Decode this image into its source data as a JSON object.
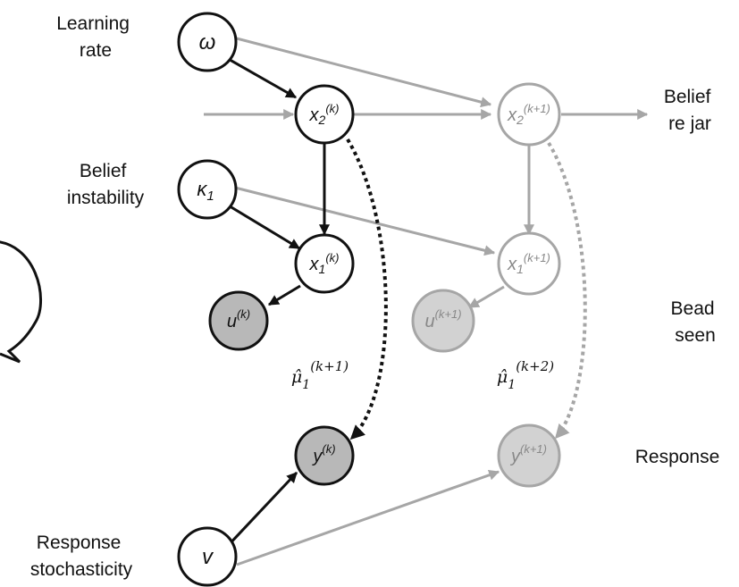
{
  "colors": {
    "black": "#111111",
    "gray": "#a6a6a6",
    "observed_dark": "#b8b8b8",
    "observed_light": "#d2d2d2"
  },
  "labels": {
    "learning_rate": [
      "Learning",
      "rate"
    ],
    "belief_instability": [
      "Belief",
      "instability"
    ],
    "response_stochasticity": [
      "Response",
      "stochasticity"
    ],
    "belief_re_jar": [
      "Belief",
      "re jar"
    ],
    "bead_seen": [
      "Bead",
      "seen"
    ],
    "response": [
      "Response"
    ]
  },
  "nodes": {
    "omega": {
      "base": "ω",
      "sub": "",
      "sup": ""
    },
    "kappa": {
      "base": "κ",
      "sub": "1",
      "sup": ""
    },
    "nu": {
      "base": "v",
      "sub": "",
      "sup": ""
    },
    "x2_k": {
      "base": "x",
      "sub": "2",
      "sup": "(k)"
    },
    "x1_k": {
      "base": "x",
      "sub": "1",
      "sup": "(k)"
    },
    "u_k": {
      "base": "u",
      "sub": "",
      "sup": "(k)"
    },
    "y_k": {
      "base": "y",
      "sub": "",
      "sup": "(k)"
    },
    "x2_k1": {
      "base": "x",
      "sub": "2",
      "sup": "(k+1)"
    },
    "x1_k1": {
      "base": "x",
      "sub": "1",
      "sup": "(k+1)"
    },
    "u_k1": {
      "base": "u",
      "sub": "",
      "sup": "(k+1)"
    },
    "y_k1": {
      "base": "y",
      "sub": "",
      "sup": "(k+1)"
    }
  },
  "predictions": {
    "mu_k1": {
      "base": "μ̂",
      "sub": "1",
      "sup": "(k+1)"
    },
    "mu_k2": {
      "base": "μ̂",
      "sub": "1",
      "sup": "(k+2)"
    }
  }
}
